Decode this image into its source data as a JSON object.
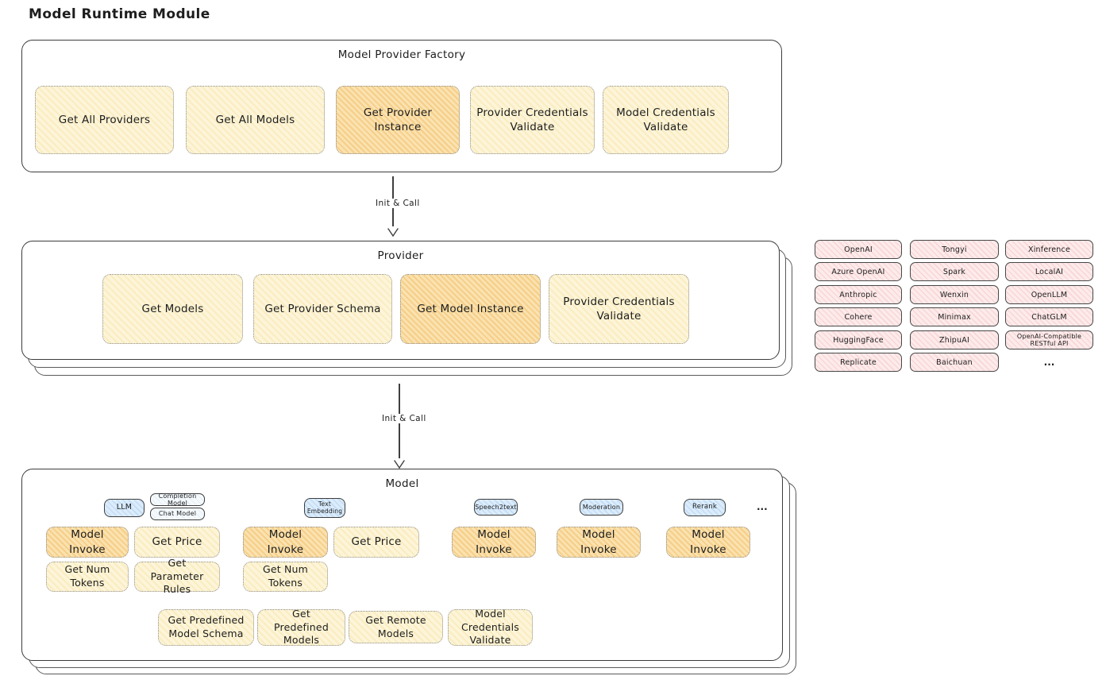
{
  "title": "Model Runtime Module",
  "colors": {
    "yellow_fill": "#fdf5d9",
    "orange_fill": "#fae2b0",
    "pink_fill": "#fdebeb",
    "blue_fill": "#dcecfb",
    "panel_border": "#3c3c3c",
    "dotted_border": "#8d8d8d",
    "text": "#1d1d1d"
  },
  "factory": {
    "title": "Model Provider Factory",
    "boxes": [
      {
        "label": "Get All Providers",
        "variant": "yellow"
      },
      {
        "label": "Get All Models",
        "variant": "yellow"
      },
      {
        "label": "Get Provider Instance",
        "variant": "orange"
      },
      {
        "label": "Provider Credentials Validate",
        "variant": "yellow"
      },
      {
        "label": "Model Credentials Validate",
        "variant": "yellow"
      }
    ]
  },
  "arrows": {
    "factory_to_provider": "Init & Call",
    "provider_to_model": "Init & Call"
  },
  "provider": {
    "title": "Provider",
    "boxes": [
      {
        "label": "Get Models",
        "variant": "yellow"
      },
      {
        "label": "Get Provider Schema",
        "variant": "yellow"
      },
      {
        "label": "Get Model Instance",
        "variant": "orange"
      },
      {
        "label": "Provider Credentials Validate",
        "variant": "yellow"
      }
    ]
  },
  "providers_list": {
    "col1": [
      "OpenAI",
      "Azure OpenAI",
      "Anthropic",
      "Cohere",
      "HuggingFace",
      "Replicate"
    ],
    "col2": [
      "Tongyi",
      "Spark",
      "Wenxin",
      "Minimax",
      "ZhipuAI",
      "Baichuan"
    ],
    "col3": [
      "Xinference",
      "LocalAI",
      "OpenLLM",
      "ChatGLM",
      "OpenAI-Compatible RESTful API"
    ],
    "more": "..."
  },
  "model": {
    "title": "Model",
    "tags": {
      "llm": "LLM",
      "completion_model": "Completion Model",
      "chat_model": "Chat Model",
      "text_embedding": "Text Embedding",
      "speech2text": "Speech2text",
      "moderation": "Moderation",
      "rerank": "Rerank",
      "more": "..."
    },
    "functions": {
      "model_invoke": "Model Invoke",
      "get_price": "Get Price",
      "get_num_tokens": "Get Num Tokens",
      "get_parameter_rules": "Get Parameter Rules"
    },
    "bottom": [
      "Get Predefined Model Schema",
      "Get Predefined Models",
      "Get Remote Models",
      "Model Credentials Validate"
    ]
  }
}
